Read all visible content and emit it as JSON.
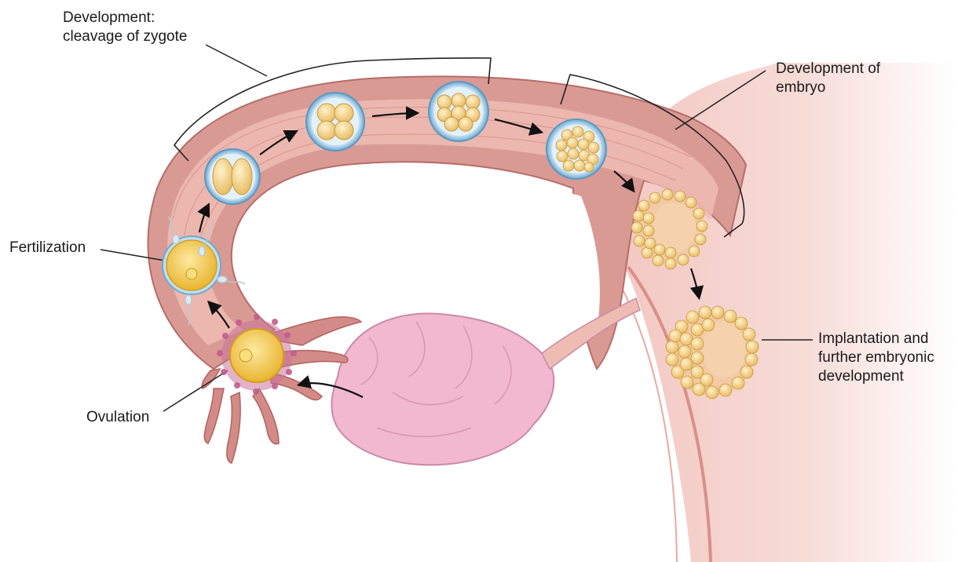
{
  "labels": {
    "development_cleavage": [
      "Development:",
      "cleavage of zygote"
    ],
    "development_embryo": [
      "Development of",
      "embryo"
    ],
    "fertilization": "Fertilization",
    "ovulation": "Ovulation",
    "implantation": [
      "Implantation and",
      "further embryonic",
      "development"
    ]
  },
  "colors": {
    "tube_outer": "#d89a95",
    "tube_lumen": "#f0bdb5",
    "uterus_wall": "#eab4ad",
    "ovary": "#f1b8cf",
    "ovary_outline": "#c98aa6",
    "egg_yellow": "#f3c84e",
    "cell_tan": "#f4d79a",
    "zona_blue": "#9ccbe6",
    "arrow": "#111111"
  }
}
